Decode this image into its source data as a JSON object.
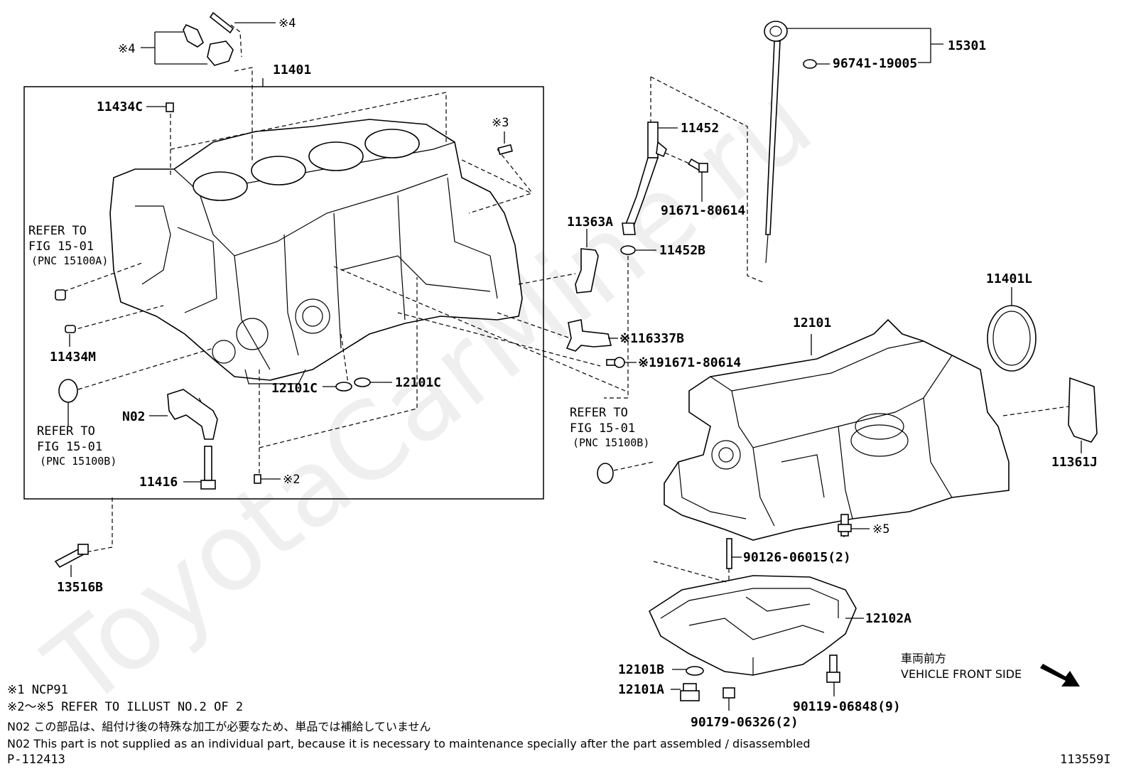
{
  "watermark": "ToyotaCarMine.ru",
  "parts": {
    "p15301": "15301",
    "p96741": "96741-19005",
    "p11401": "11401",
    "p11434C": "11434C",
    "p11434M": "11434M",
    "p11452": "11452",
    "p91671a": "91671-80614",
    "p11363A": "11363A",
    "p11452B": "11452B",
    "p16337B": "※116337B",
    "p91671b": "※191671-80614",
    "p11401L": "11401L",
    "p12101": "12101",
    "p12101C1": "12101C",
    "p12101C2": "12101C",
    "pN02": "N02",
    "p11416": "11416",
    "p11361J": "11361J",
    "p13516B": "13516B",
    "p90126": "90126-06015(2)",
    "p12102A": "12102A",
    "p12101B": "12101B",
    "p12101A": "12101A",
    "p90179": "90179-06326(2)",
    "p90119": "90119-06848(9)"
  },
  "marks": {
    "m4a": "※4",
    "m4b": "※4",
    "m3": "※3",
    "m2": "※2",
    "m5": "※5"
  },
  "refs": {
    "ref1_line1": "REFER TO",
    "ref1_line2": "FIG 15-01",
    "ref1_line3": "(PNC 15100A)",
    "ref2_line1": "REFER TO",
    "ref2_line2": "FIG 15-01",
    "ref2_line3": "(PNC 15100B)",
    "ref3_line1": "REFER TO",
    "ref3_line2": "FIG 15-01",
    "ref3_line3": "(PNC 15100B)"
  },
  "direction": {
    "jp": "車両前方",
    "en": "VEHICLE FRONT SIDE"
  },
  "notes": {
    "n1": "※1 NCP91",
    "n2": "※2～※5 REFER TO ILLUST NO.2 OF 2",
    "n3": "N02 この部品は、組付け後の特殊な加工が必要なため、単品では補給していません",
    "n4": "N02 This part is not supplied as an individual part, because it is necessary to maintenance specially after the part assembled / disassembled",
    "illust_no": "P-112413",
    "fig_code": "113559I"
  }
}
